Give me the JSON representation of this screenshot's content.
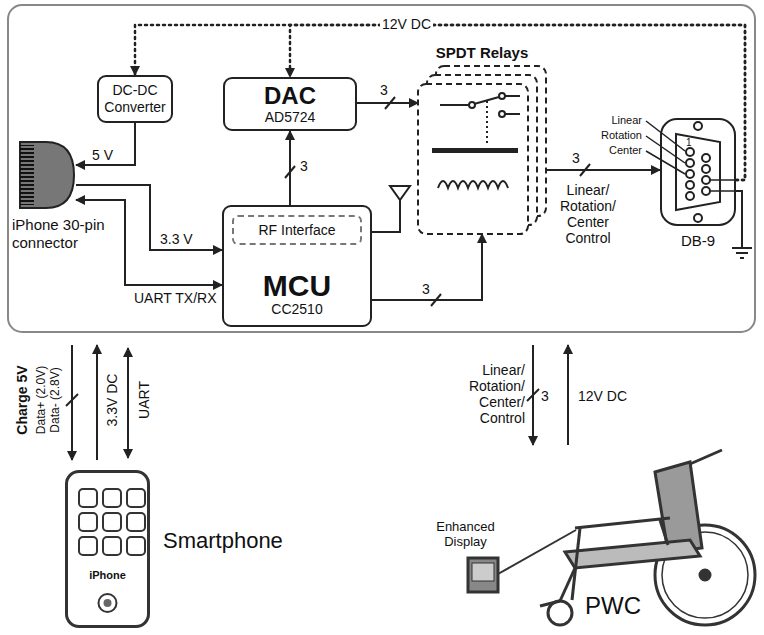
{
  "diagram": {
    "nodes": [
      {
        "text": [
          "DC-DC Converter"
        ]
      },
      {
        "text": [
          "DAC",
          "AD5724"
        ]
      },
      {
        "text": [
          "SPDT Relays"
        ]
      },
      {
        "text": [
          "iPhone 30-pin connector"
        ]
      },
      {
        "text": [
          "MCU",
          "CC2510"
        ]
      },
      {
        "text": [
          "RF Interface"
        ],
        "in": 4
      },
      {
        "text": [
          "DB-9"
        ]
      },
      {
        "text": [
          "iPhone",
          "Smartphone"
        ]
      },
      {
        "text": [
          "PWC"
        ]
      }
    ],
    "edges": [
      {
        "from": 0,
        "to": 3,
        "label": "5 V",
        "arrow": "to"
      },
      {
        "from": 1,
        "to": 2,
        "label": "3",
        "arrow": "to"
      },
      {
        "from": 3,
        "to": 4,
        "label": "3.3 V",
        "arrow": "to"
      },
      {
        "from": 3,
        "to": 4,
        "label": "UART TX/RX",
        "arrow": "both"
      },
      {
        "from": 4,
        "to": 1,
        "label": "3",
        "arrow": "to"
      },
      {
        "from": 4,
        "to": 2,
        "label": "3",
        "arrow": "to"
      },
      {
        "from": 2,
        "to": 6,
        "label": "3",
        "arrow": "to"
      },
      {
        "from": 6,
        "to": 0,
        "label": "12V DC",
        "arrow": "to"
      },
      {
        "from": 6,
        "to": 1,
        "arrow": "to"
      }
    ],
    "labels": [
      "Linear",
      "Rotation",
      "Center",
      "1",
      "Linear/ Rotation/ Center Control",
      "Charge 5V",
      "Data+ (2.0V)",
      "Data- (2.8V)",
      "3.3V DC",
      "UART",
      "Linear/ Rotation/ Center/ Control",
      "3",
      "12V DC",
      "Enhanced Display"
    ]
  }
}
